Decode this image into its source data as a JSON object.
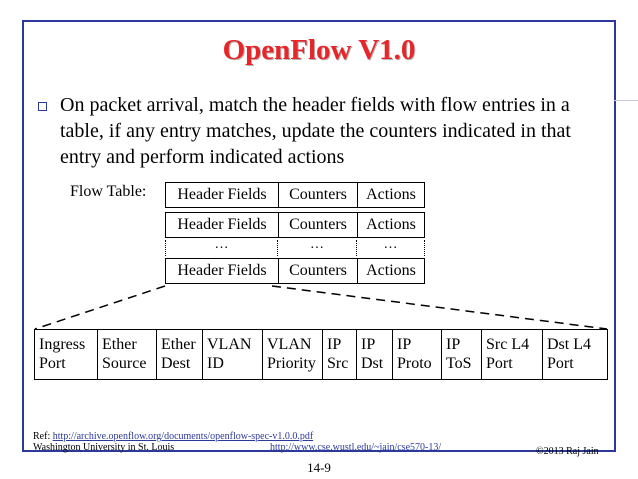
{
  "title": "OpenFlow V1.0",
  "bullet_text": "On packet arrival, match the header fields with flow entries in a table, if any entry matches, update the counters indicated in that entry and perform indicated actions",
  "flow_table": {
    "label": "Flow Table:",
    "rows": [
      [
        "Header Fields",
        "Counters",
        "Actions"
      ],
      [
        "Header Fields",
        "Counters",
        "Actions"
      ],
      [
        "Header Fields",
        "Counters",
        "Actions"
      ]
    ],
    "ellipsis": [
      "…",
      "…",
      "…"
    ]
  },
  "header_fields": [
    [
      "Ingress",
      "Port"
    ],
    [
      "Ether",
      "Source"
    ],
    [
      "Ether",
      "Dest"
    ],
    [
      "VLAN",
      "ID"
    ],
    [
      "VLAN",
      "Priority"
    ],
    [
      "IP",
      "Src"
    ],
    [
      "IP",
      "Dst"
    ],
    [
      "IP",
      "Proto"
    ],
    [
      "IP",
      "ToS"
    ],
    [
      "Src L4",
      "Port"
    ],
    [
      "Dst L4",
      "Port"
    ]
  ],
  "footer": {
    "ref_label": "Ref:",
    "ref_url": "http://archive.openflow.org/documents/openflow-spec-v1.0.0.pdf",
    "institution": "Washington University in St. Louis",
    "course_url": "http://www.cse.wustl.edu/~jain/cse570-13/",
    "copyright": "©2013 Raj Jain",
    "page": "14-9"
  }
}
